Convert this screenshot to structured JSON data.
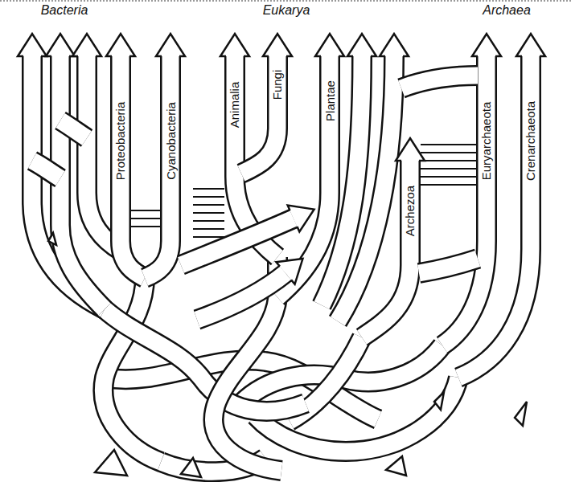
{
  "diagram": {
    "labels": [
      "Bacteria",
      "Eukarya",
      "Archaea",
      "Proteobacteria",
      "Cyanobacteria",
      "Animalia",
      "Fungi",
      "Plantae",
      "Archezoa",
      "Euryarchaeota",
      "Crenarchaeota"
    ]
  }
}
